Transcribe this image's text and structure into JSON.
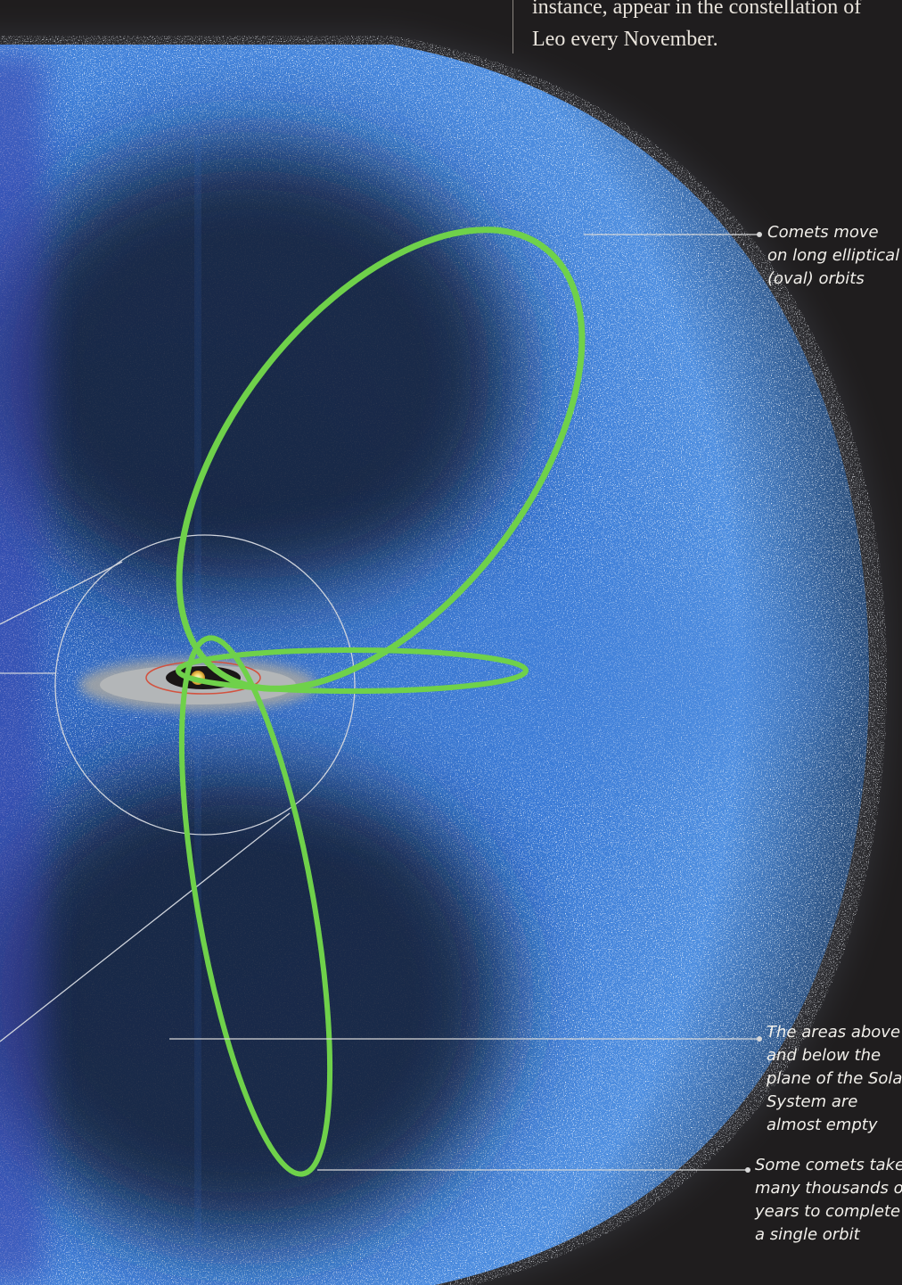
{
  "intro_text": [
    "instance, appear in the constellation of",
    "Leo every November."
  ],
  "callouts": {
    "orbits": [
      "Comets move",
      "on long elliptical",
      "(oval) orbits"
    ],
    "empty": [
      "The areas above",
      "and below the",
      "plane of the Solar",
      "System are",
      "almost empty"
    ],
    "time": [
      "Some comets take",
      "many thousands of",
      "years to complete",
      "a single orbit"
    ]
  },
  "colors": {
    "background": "#1f1d1e",
    "cloud_blue": "#4f8fe0",
    "orbit_green": "#6fd14a",
    "leader_line": "#d8d8d8"
  }
}
